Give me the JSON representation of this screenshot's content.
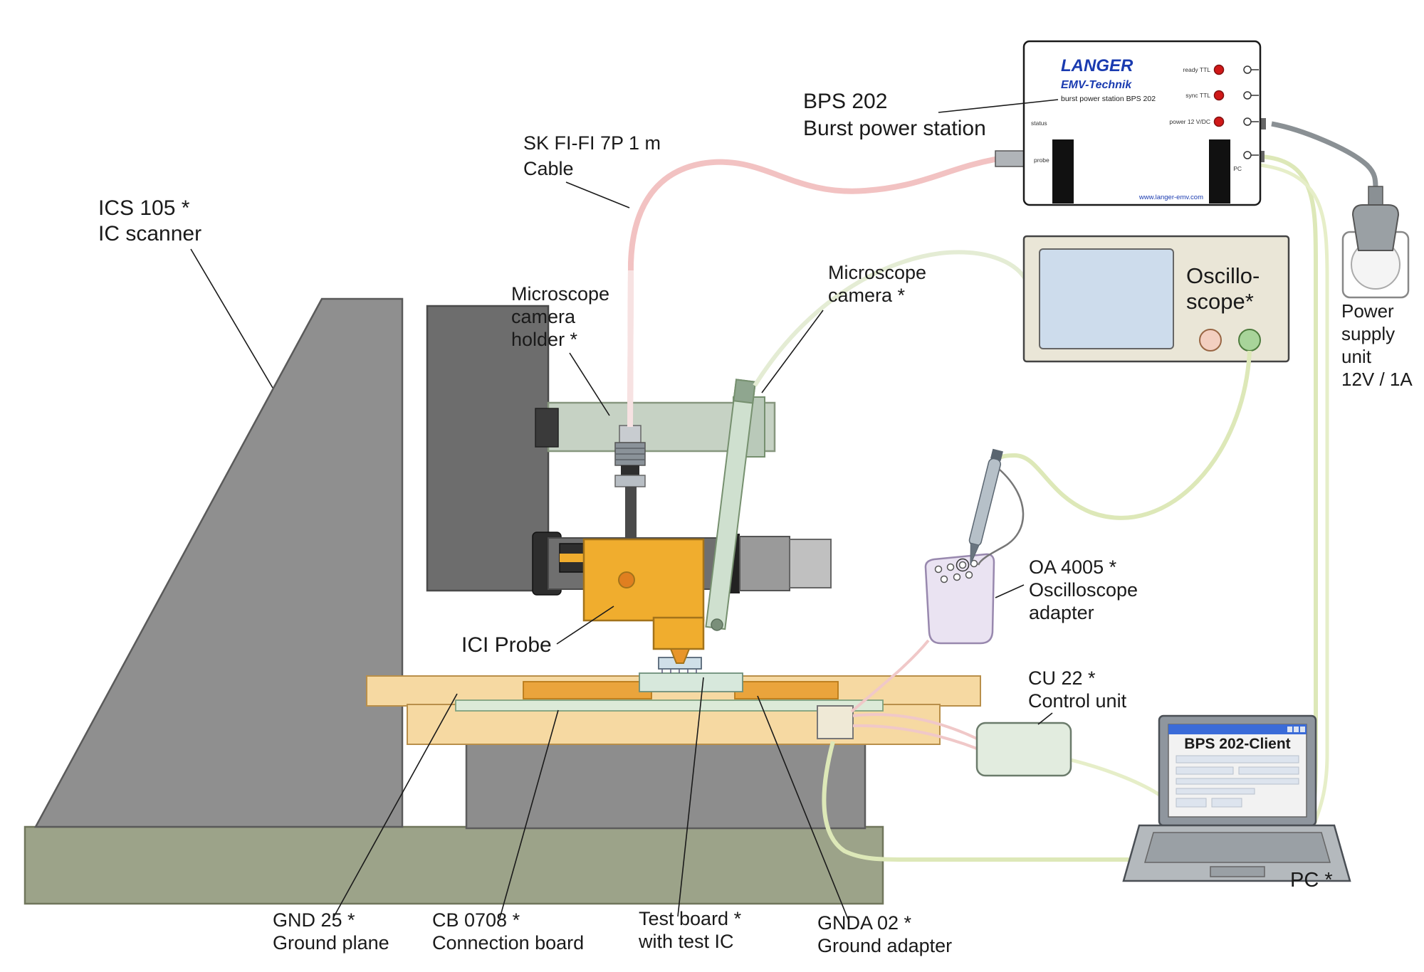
{
  "labels": {
    "ics105": {
      "line1": "ICS 105 *",
      "line2": "IC scanner"
    },
    "sk_cable": {
      "line1": "SK FI-FI 7P 1 m",
      "line2": "Cable"
    },
    "mic_holder": {
      "line1": "Microscope",
      "line2": "camera",
      "line3": "holder *"
    },
    "mic_camera": {
      "line1": "Microscope",
      "line2": "camera *"
    },
    "bps202": {
      "line1": "BPS 202",
      "line2": "Burst power station"
    },
    "oscilloscope": {
      "line1": "Oscillo-",
      "line2": "scope*"
    },
    "power_supply": {
      "line1": "Power",
      "line2": "supply",
      "line3": "unit",
      "line4": "12V / 1A"
    },
    "ici_probe": "ICI Probe",
    "oa4005": {
      "line1": "OA 4005 *",
      "line2": "Oscilloscope",
      "line3": "adapter"
    },
    "cu22": {
      "line1": "CU 22 *",
      "line2": "Control unit"
    },
    "pc": "PC *",
    "gnd25": {
      "line1": "GND 25 *",
      "line2": "Ground plane"
    },
    "cb0708": {
      "line1": "CB 0708 *",
      "line2": "Connection board"
    },
    "test_board": {
      "line1": "Test board *",
      "line2": "with test IC"
    },
    "gnda02": {
      "line1": "GNDA 02 *",
      "line2": "Ground adapter"
    }
  },
  "bps_device": {
    "brand": "LANGER",
    "brand2": "EMV-Technik",
    "subtitle": "burst power station BPS 202",
    "website": "www.langer-emv.com",
    "status_label": "status",
    "probe_label": "probe",
    "pc_port_label": "PC",
    "led_labels": [
      "ready TTL",
      "sync TTL",
      "power 12 V/DC"
    ]
  },
  "pc_screen": {
    "title": "BPS 202-Client"
  },
  "colors": {
    "probe_yellow": "#f0ad2e",
    "cable_pink": "#f2c2c2",
    "cable_green": "#dde8b8",
    "led_red": "#d01818",
    "brand_blue": "#1a3bb0",
    "titlebar_blue": "#3a6bd8",
    "ground_plane_tan": "#f6d9a2",
    "base_olive": "#9ca389"
  }
}
